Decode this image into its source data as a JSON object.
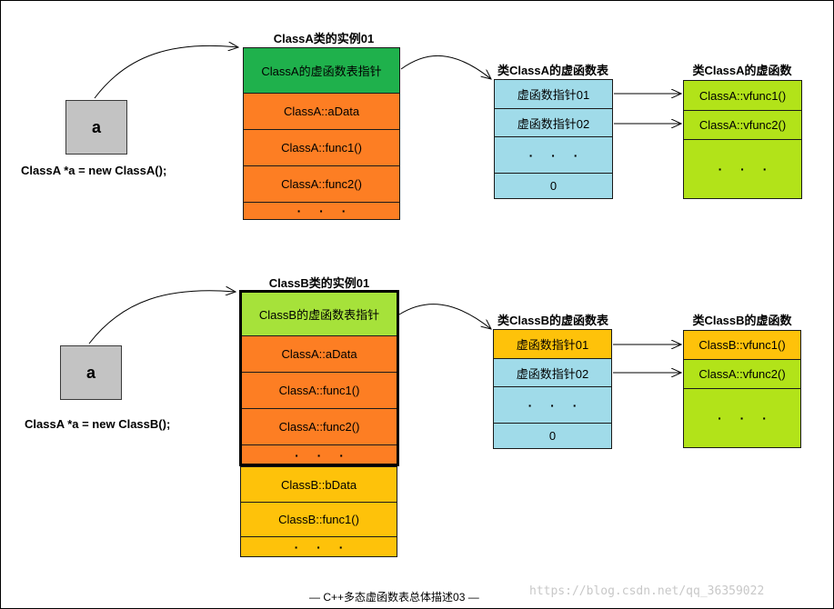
{
  "section_a": {
    "pointer_label": "a",
    "code": "ClassA *a = new ClassA();",
    "instance_title": "ClassA类的实例01",
    "instance_cells": [
      "ClassA的虚函数表指针",
      "ClassA::aData",
      "ClassA::func1()",
      "ClassA::func2()",
      "· · ·"
    ],
    "vtable_title": "类ClassA的虚函数表",
    "vtable_cells": [
      "虚函数指针01",
      "虚函数指针02",
      "· · ·",
      "0"
    ],
    "vfunc_title": "类ClassA的虚函数",
    "vfunc_cells": [
      "ClassA::vfunc1()",
      "ClassA::vfunc2()",
      "· · ·"
    ]
  },
  "section_b": {
    "pointer_label": "a",
    "code": "ClassA *a = new ClassB();",
    "instance_title": "ClassB类的实例01",
    "instance_cells": [
      "ClassB的虚函数表指针",
      "ClassA::aData",
      "ClassA::func1()",
      "ClassA::func2()",
      "· · ·"
    ],
    "derived_cells": [
      "ClassB::bData",
      "ClassB::func1()",
      "· · ·"
    ],
    "vtable_title": "类ClassB的虚函数表",
    "vtable_cells": [
      "虚函数指针01",
      "虚函数指针02",
      "· · ·",
      "0"
    ],
    "vfunc_title": "类ClassB的虚函数",
    "vfunc_cells": [
      "ClassB::vfunc1()",
      "ClassA::vfunc2()",
      "· · ·"
    ]
  },
  "caption": "— C++多态虚函数表总体描述03 —",
  "watermark": "https://blog.csdn.net/qq_36359022",
  "colors": {
    "vptr_a": "#1fb14c",
    "vptr_b": "#a6e23a",
    "base_member": "#fd7e23",
    "derived_member": "#fec20a",
    "vtable": "#a0dbe9",
    "vfunc": "#b2e319",
    "pointer": "#c3c3c3"
  }
}
